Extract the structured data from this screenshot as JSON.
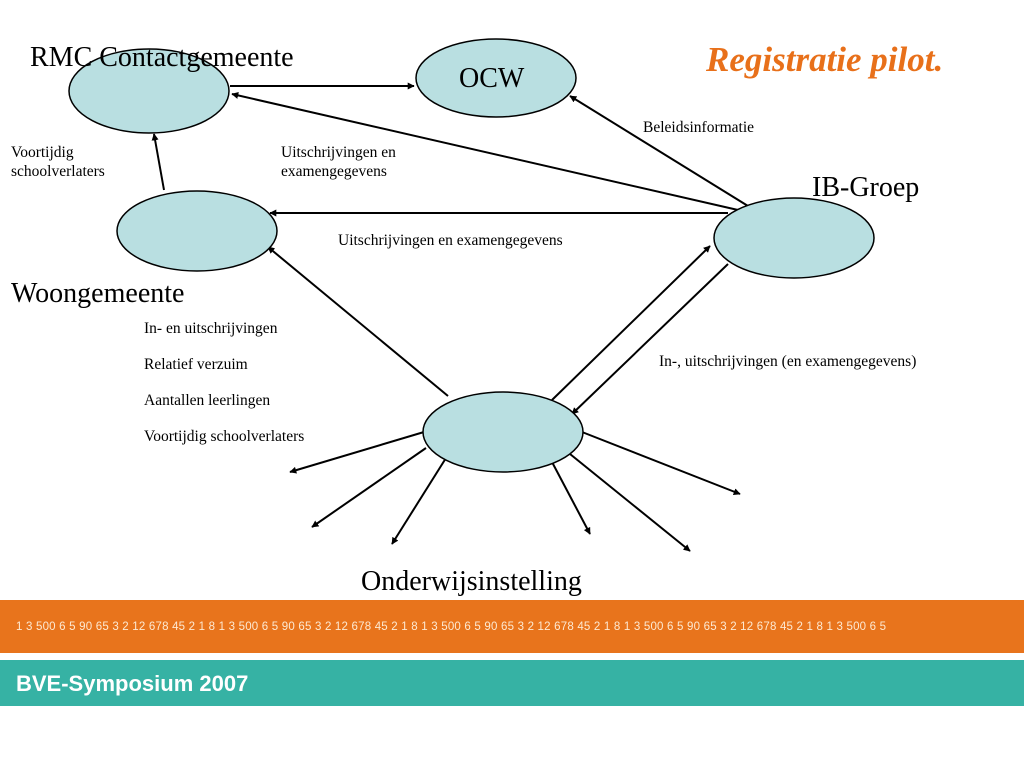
{
  "slide": {
    "title": "Registratie pilot.",
    "nodes": {
      "rmc": "RMC Contactgemeente",
      "ocw": "OCW",
      "woongemeente": "Woongemeente",
      "ib_groep": "IB-Groep",
      "onderwijsinstelling": "Onderwijsinstelling"
    },
    "edge_labels": {
      "voortijdig_line1": "Voortijdig",
      "voortijdig_line2": "schoolverlaters",
      "uitschrijvingen_top_line1": "Uitschrijvingen en",
      "uitschrijvingen_top_line2": "examengegevens",
      "beleidsinformatie": "Beleidsinformatie",
      "uitschrijvingen_mid": "Uitschrijvingen en examengegevens",
      "ib_to_school": "In-, uitschrijvingen (en examengegevens)"
    },
    "data_list": [
      "In- en uitschrijvingen",
      "Relatief verzuim",
      "Aantallen leerlingen",
      "Voortijdig schoolverlaters"
    ],
    "footer": {
      "number_strip": "1 3 500 6 5 90 65 3 2 12 678 45 2 1 8 1 3 500 6 5 90 65 3 2 12 678 45 2 1 8 1 3 500 6 5 90 65 3 2 12 678 45 2 1 8 1 3 500 6 5 90 65 3 2 12 678 45 2 1 8 1 3 500 6 5",
      "event": "BVE-Symposium 2007"
    },
    "colors": {
      "node_fill": "#b9dfe1",
      "title": "#e8701a",
      "orange_band": "#e8741c",
      "teal_band": "#36b2a4"
    }
  }
}
